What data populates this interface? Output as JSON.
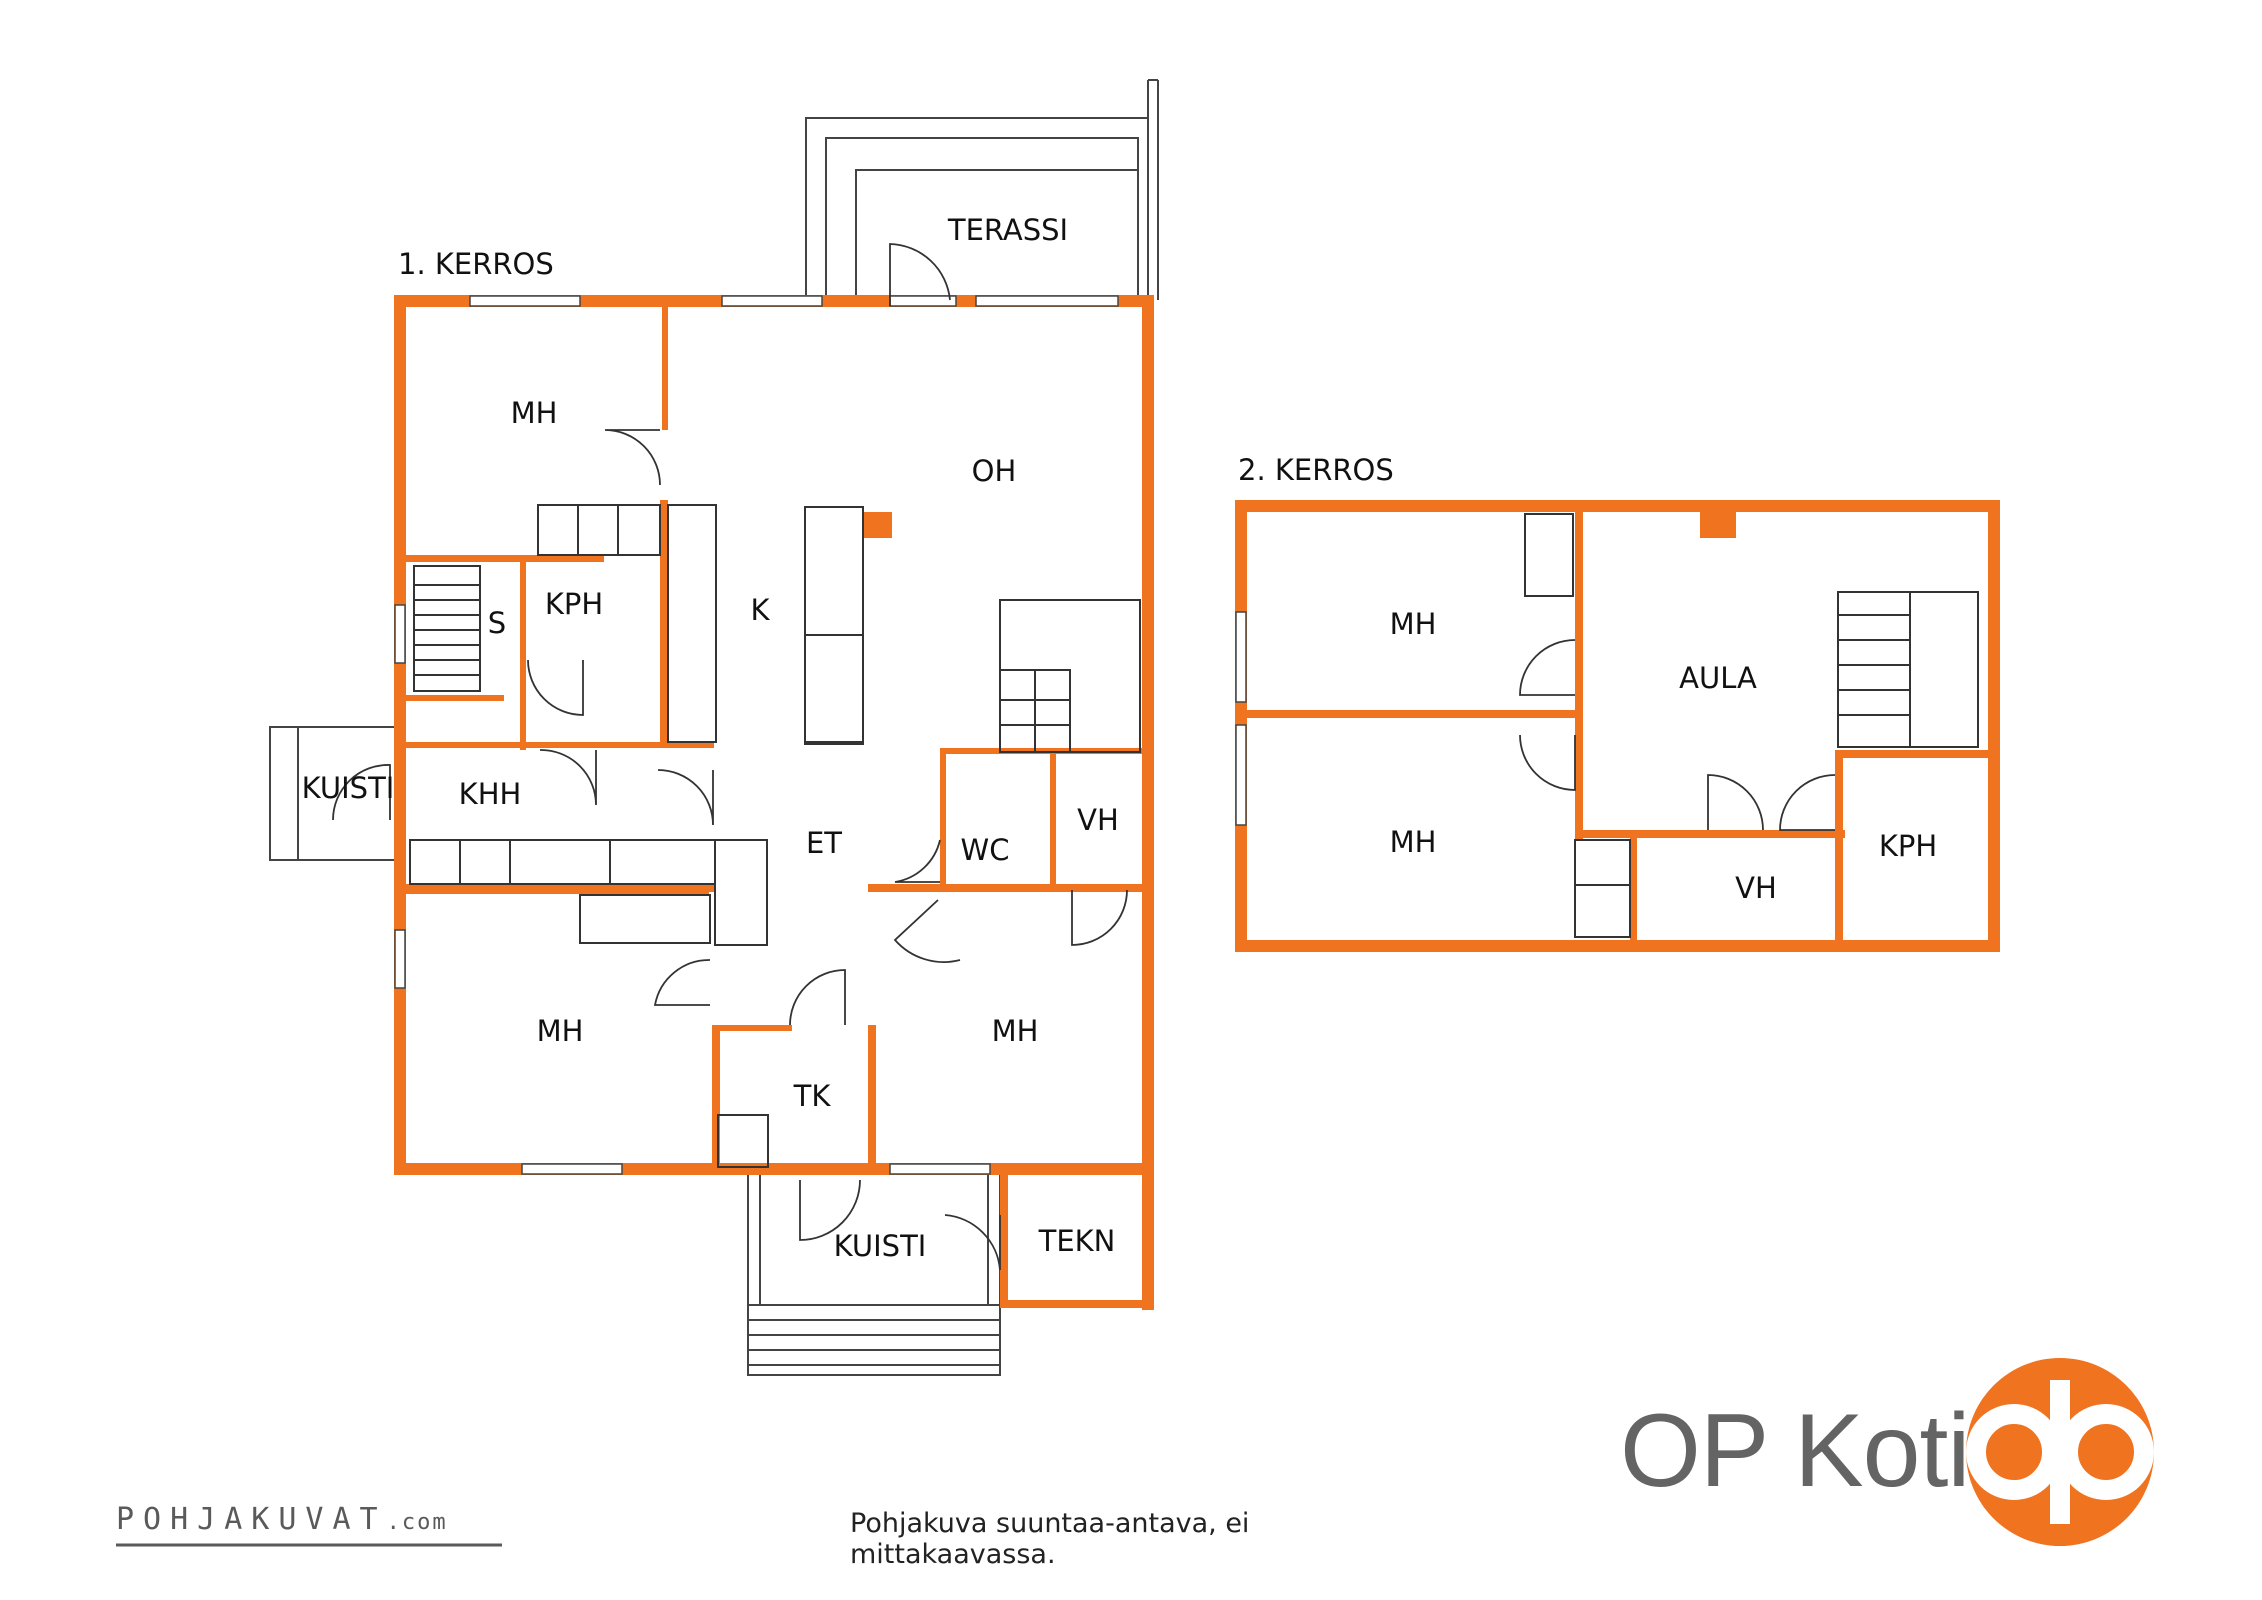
{
  "floors": [
    {
      "label": "1. KERROS",
      "rooms": [
        "MH",
        "OH",
        "TERASSI",
        "K",
        "S",
        "KPH",
        "KUISTI",
        "KHH",
        "ET",
        "WC",
        "VH",
        "MH",
        "MH",
        "TK",
        "KUISTI",
        "TEKN"
      ]
    },
    {
      "label": "2. KERROS",
      "rooms": [
        "MH",
        "AULA",
        "MH",
        "VH",
        "KPH"
      ]
    }
  ],
  "caption": "Pohjakuva suuntaa-antava, ei mittakaavassa.",
  "brand": {
    "name": "OP Koti",
    "logo_icon": "op-logo-icon",
    "color": "#F07320"
  },
  "credit": {
    "name": "POHJAKUVAT",
    "domain": ".com"
  },
  "colors": {
    "wall": "#F07320",
    "line": "#333333",
    "text": "#111111"
  }
}
